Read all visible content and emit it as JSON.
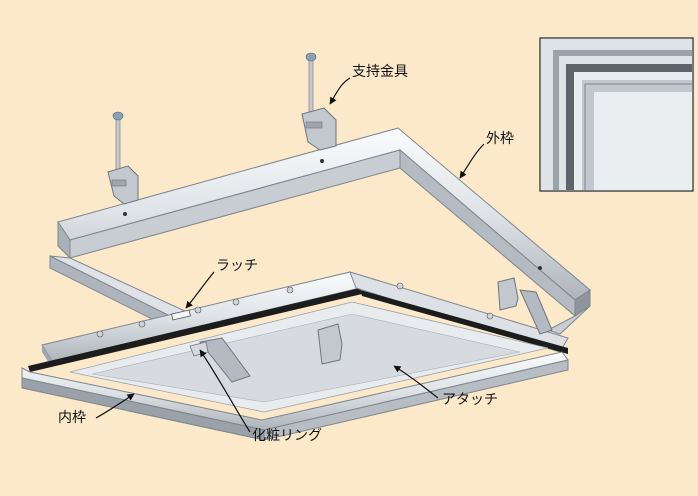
{
  "labels": {
    "support_bracket": "支持金具",
    "outer_frame": "外枠",
    "latch": "ラッチ",
    "attachment": "アタッチ",
    "inner_frame": "内枠",
    "trim_ring": "化粧リング"
  },
  "colors": {
    "background": "#fbe9c9",
    "frame_light": "#eef1f4",
    "frame_mid": "#c9ced4",
    "frame_dark": "#8d949c",
    "gasket": "#1c1c1c",
    "bracket": "#b9bec4",
    "bolt_head": "#8aa2b8"
  }
}
